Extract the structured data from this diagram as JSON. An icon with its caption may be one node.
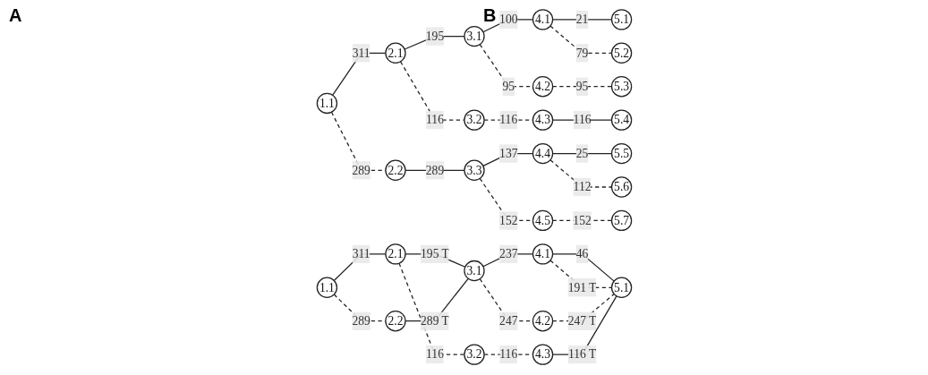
{
  "diagram": {
    "nodes": [
      {
        "text": [
          "1.1"
        ]
      },
      {
        "text": [
          "2.1"
        ]
      },
      {
        "text": [
          "2.2"
        ]
      },
      {
        "text": [
          "3.1"
        ]
      },
      {
        "text": [
          "3.2"
        ]
      },
      {
        "text": [
          "3.3"
        ]
      },
      {
        "text": [
          "4.1"
        ]
      },
      {
        "text": [
          "4.2"
        ]
      },
      {
        "text": [
          "4.3"
        ]
      },
      {
        "text": [
          "4.4"
        ]
      },
      {
        "text": [
          "4.5"
        ]
      },
      {
        "text": [
          "5.1"
        ]
      },
      {
        "text": [
          "5.2"
        ]
      },
      {
        "text": [
          "5.3"
        ]
      },
      {
        "text": [
          "5.4"
        ]
      },
      {
        "text": [
          "5.5"
        ]
      },
      {
        "text": [
          "5.6"
        ]
      },
      {
        "text": [
          "5.7"
        ]
      },
      {
        "text": [
          "1.1"
        ]
      },
      {
        "text": [
          "2.1"
        ]
      },
      {
        "text": [
          "2.2"
        ]
      },
      {
        "text": [
          "3.1"
        ]
      },
      {
        "text": [
          "3.2"
        ]
      },
      {
        "text": [
          "4.1"
        ]
      },
      {
        "text": [
          "4.2"
        ]
      },
      {
        "text": [
          "4.3"
        ]
      },
      {
        "text": [
          "5.1"
        ]
      }
    ],
    "edges": [
      {
        "from": 0,
        "to": 1,
        "arrow": "none",
        "label": "311"
      },
      {
        "from": 0,
        "to": 2,
        "arrow": "none",
        "label": "289",
        "style": "dashed"
      },
      {
        "from": 1,
        "to": 3,
        "arrow": "none",
        "label": "195"
      },
      {
        "from": 1,
        "to": 4,
        "arrow": "none",
        "label": "116",
        "style": "dashed"
      },
      {
        "from": 2,
        "to": 5,
        "arrow": "none",
        "label": "289"
      },
      {
        "from": 3,
        "to": 6,
        "arrow": "none",
        "label": "100"
      },
      {
        "from": 3,
        "to": 7,
        "arrow": "none",
        "label": "95",
        "style": "dashed"
      },
      {
        "from": 4,
        "to": 8,
        "arrow": "none",
        "label": "116",
        "style": "dashed"
      },
      {
        "from": 5,
        "to": 9,
        "arrow": "none",
        "label": "137"
      },
      {
        "from": 5,
        "to": 10,
        "arrow": "none",
        "label": "152",
        "style": "dashed"
      },
      {
        "from": 6,
        "to": 11,
        "arrow": "none",
        "label": "21"
      },
      {
        "from": 6,
        "to": 12,
        "arrow": "none",
        "label": "79",
        "style": "dashed"
      },
      {
        "from": 7,
        "to": 13,
        "arrow": "none",
        "label": "95",
        "style": "dashed"
      },
      {
        "from": 8,
        "to": 14,
        "arrow": "none",
        "label": "116"
      },
      {
        "from": 9,
        "to": 15,
        "arrow": "none",
        "label": "25"
      },
      {
        "from": 9,
        "to": 16,
        "arrow": "none",
        "label": "112",
        "style": "dashed"
      },
      {
        "from": 10,
        "to": 17,
        "arrow": "none",
        "label": "152",
        "style": "dashed"
      },
      {
        "from": 18,
        "to": 19,
        "arrow": "none",
        "label": "311"
      },
      {
        "from": 18,
        "to": 20,
        "arrow": "none",
        "label": "289",
        "style": "dashed"
      },
      {
        "from": 19,
        "to": 21,
        "arrow": "none",
        "label": "195 T"
      },
      {
        "from": 19,
        "to": 22,
        "arrow": "none",
        "label": "116",
        "style": "dashed"
      },
      {
        "from": 20,
        "to": 21,
        "arrow": "none",
        "label": "289 T"
      },
      {
        "from": 21,
        "to": 23,
        "arrow": "none",
        "label": "237"
      },
      {
        "from": 21,
        "to": 24,
        "arrow": "none",
        "label": "247",
        "style": "dashed"
      },
      {
        "from": 22,
        "to": 25,
        "arrow": "none",
        "label": "116",
        "style": "dashed"
      },
      {
        "from": 23,
        "to": 26,
        "arrow": "none",
        "label": "46"
      },
      {
        "from": 23,
        "to": 26,
        "arrow": "none",
        "label": "191 T",
        "style": "dashed"
      },
      {
        "from": 24,
        "to": 26,
        "arrow": "none",
        "label": "247 T",
        "style": "dashed"
      },
      {
        "from": 25,
        "to": 26,
        "arrow": "none",
        "label": "116 T"
      }
    ],
    "labels": [
      "A",
      "B"
    ]
  }
}
